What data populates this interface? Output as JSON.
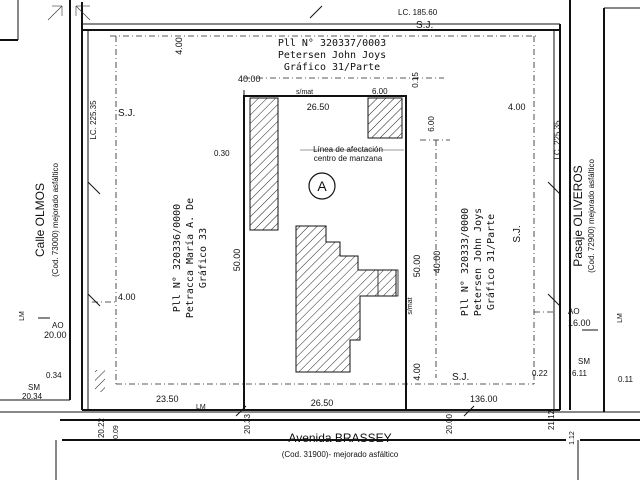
{
  "parcels": {
    "north": {
      "line1": "Pll N° 320337/0003",
      "line2": "Petersen John Joys",
      "line3": "Gráfico 31/Parte"
    },
    "west": {
      "line1": "Pll N° 320336/0000",
      "line2": "Petracca María A. De",
      "line3": "Gráfico 33"
    },
    "east": {
      "line1": "Pll N° 320333/0000",
      "line2": "Petersen John Joys",
      "line3": "Gráfico 31/Parte"
    }
  },
  "lot": {
    "id": "A",
    "afectacion_1": "Línea de afectación",
    "afectacion_2": "centro de manzana"
  },
  "streets": {
    "west": {
      "name": "Calle OLMOS",
      "code": "(Cod. 73000) mejorado asfáltico"
    },
    "east": {
      "name": "Pasaje OLIVEROS",
      "code": "(Cod. 72900) mejorado asfáltico"
    },
    "south": {
      "name": "Avenida BRASSEY",
      "code": "(Cod. 31900)- mejorado asfáltico"
    }
  },
  "labels": {
    "lc_top": "LC. 185.60",
    "lc_left": "LC. 225.35",
    "lc_right": "LC. 225.35",
    "sj": "S.J.",
    "smat": "s/mat",
    "lm": "LM",
    "ao": "AO",
    "sm": "SM"
  },
  "dims": {
    "top_width": "26.50",
    "bottom_width": "26.50",
    "left_height": "50.00",
    "right_height": "50.00",
    "inner_right": "40.00",
    "offset_4_top": "4.00",
    "offset_4_right": "4.00",
    "offset_4_left": "4.00",
    "offset_4_bottom": "4.00",
    "d40": "40.00",
    "d6_top": "6.00",
    "d6_side": "6.00",
    "d015": "0.15",
    "d030": "0.30",
    "d2350": "23.50",
    "d13600": "136.00",
    "ao_left": "20.00",
    "ao_right": "16.00",
    "d034": "0.34",
    "d2034": "20.34",
    "d022": "0.22",
    "d611": "6.11",
    "d011": "0.11",
    "b2022": "20.22",
    "b009": "0.09",
    "b2033": "20.33",
    "b2000": "20.00",
    "b2112": "21.12",
    "b112": "1.12"
  }
}
